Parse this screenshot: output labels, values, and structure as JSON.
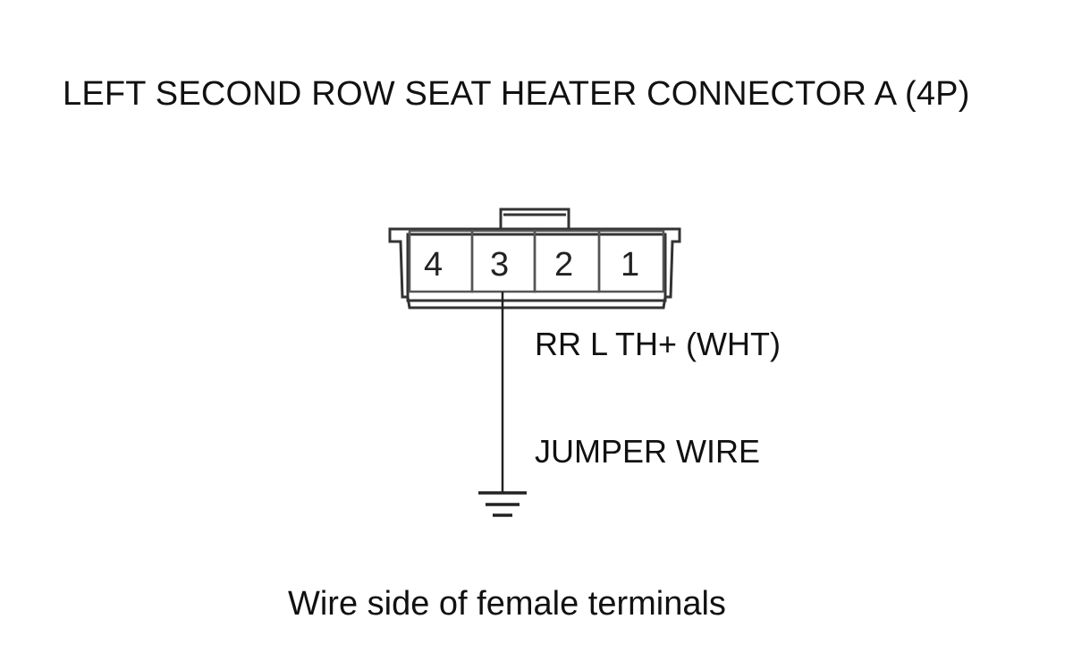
{
  "diagram": {
    "title": "LEFT SECOND ROW SEAT HEATER CONNECTOR A (4P)",
    "connector": {
      "terminals": [
        "4",
        "3",
        "2",
        "1"
      ],
      "wired_terminal": "3"
    },
    "wire": {
      "signal_label": "RR L TH+ (WHT)",
      "tool_label": "JUMPER WIRE",
      "end": "ground"
    },
    "caption": "Wire side of female terminals",
    "colors": {
      "line": "#333333",
      "text": "#111111",
      "background": "#ffffff"
    }
  }
}
